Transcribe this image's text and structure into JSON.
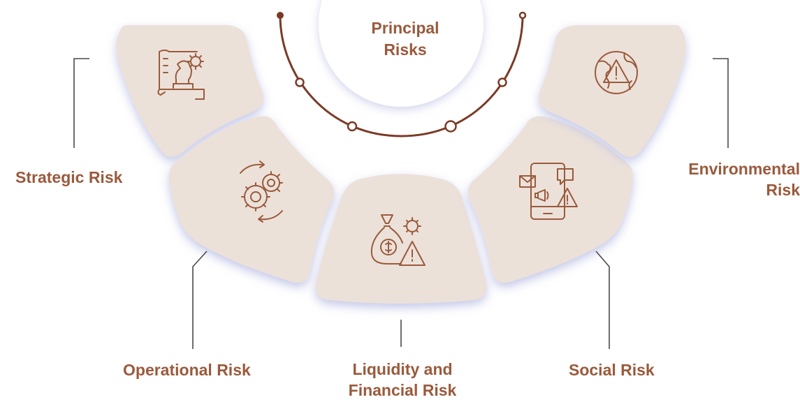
{
  "center": {
    "title_line1": "Principal",
    "title_line2": "Risks"
  },
  "risks": [
    {
      "label": "Strategic Risk",
      "icon": "chess-knight-blueprint-gear-icon"
    },
    {
      "label": "Operational Risk",
      "icon": "cycling-gears-icon"
    },
    {
      "label_line1": "Liquidity and",
      "label_line2": "Financial Risk",
      "icon": "money-bag-gear-warning-icon"
    },
    {
      "label": "Social Risk",
      "icon": "smartphone-messages-warning-icon"
    },
    {
      "label_line1": "Environmental",
      "label_line2": "Risk",
      "icon": "globe-warning-icon"
    }
  ],
  "colors": {
    "accent": "#9a5a3c",
    "arc": "#7a3a26",
    "segment_fill": "#ece1d9",
    "leader_line": "#4a4a4a",
    "shadow": "#c9cde8",
    "icon_stroke": "#9a5a3c"
  }
}
